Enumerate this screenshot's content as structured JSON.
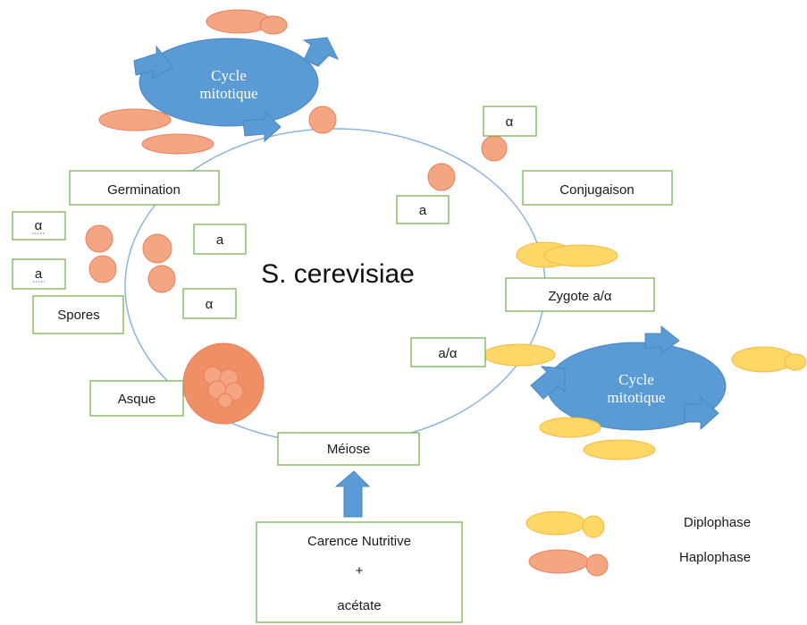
{
  "title": "S. cerevisiae",
  "cycle_label_line1": "Cycle",
  "cycle_label_line2": "mitotique",
  "labels": {
    "germination": "Germination",
    "conjugaison": "Conjugaison",
    "zygote": "Zygote a/α",
    "spores": "Spores",
    "asque": "Asque",
    "meiose": "Méiose",
    "a_alpha": "a/α",
    "alpha": "α",
    "a": "a"
  },
  "carence": {
    "line1": "Carence Nutritive",
    "line2": "+",
    "line3": "acétate"
  },
  "legend": {
    "diplophase": "Diplophase",
    "haplophase": "Haplophase"
  },
  "colors": {
    "box_border": "#70ad47",
    "cycle_fill": "#5b9bd5",
    "ring_stroke": "#8db4de",
    "haploid_fill": "#f4a582",
    "haploid_stroke": "#e97f5d",
    "diploid_fill": "#ffd766",
    "diploid_stroke": "#f5b941"
  }
}
